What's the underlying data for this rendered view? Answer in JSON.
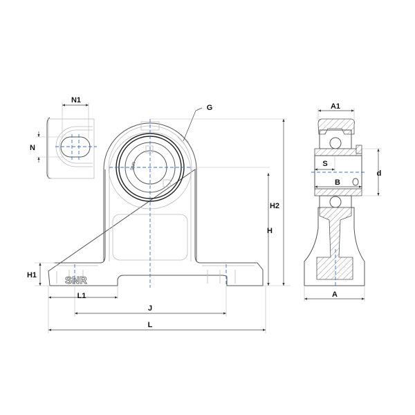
{
  "drawing": {
    "logo": "SNR",
    "ring_marking": "SNR",
    "dimensions": {
      "N1": "N1",
      "N": "N",
      "G": "G",
      "H1": "H1",
      "L1": "L1",
      "J": "J",
      "L": "L",
      "H": "H",
      "H2": "H2",
      "A1": "A1",
      "S": "S",
      "d": "d",
      "B": "B",
      "A": "A"
    }
  }
}
